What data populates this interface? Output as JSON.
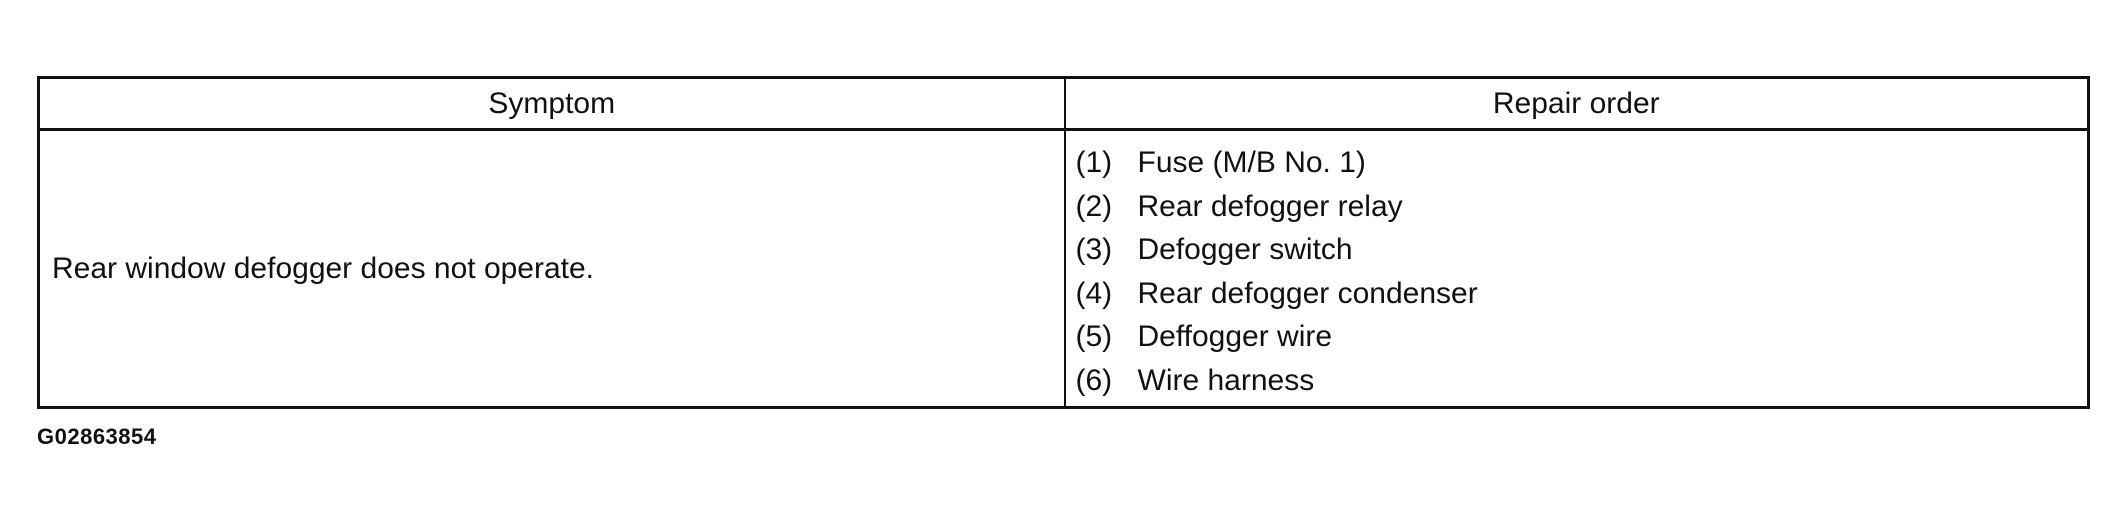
{
  "table": {
    "headers": {
      "symptom": "Symptom",
      "repair_order": "Repair order"
    },
    "rows": [
      {
        "symptom": "Rear window defogger does not operate.",
        "repair_steps": [
          {
            "num": "(1)",
            "text": "Fuse (M/B No. 1)"
          },
          {
            "num": "(2)",
            "text": "Rear defogger relay"
          },
          {
            "num": "(3)",
            "text": "Defogger switch"
          },
          {
            "num": "(4)",
            "text": "Rear defogger condenser"
          },
          {
            "num": "(5)",
            "text": "Deffogger wire"
          },
          {
            "num": "(6)",
            "text": "Wire harness"
          }
        ]
      }
    ]
  },
  "figure_id": "G02863854"
}
